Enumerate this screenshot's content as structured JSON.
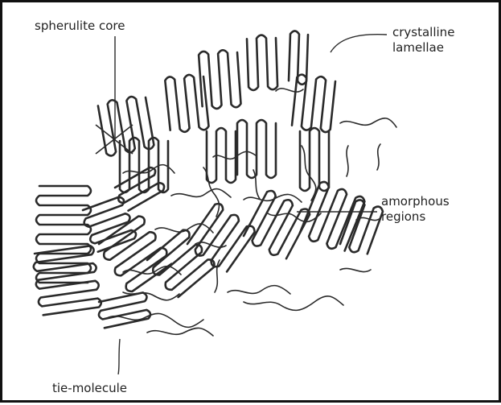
{
  "figure": {
    "stroke_color": "#2a2a2a",
    "background_color": "#ffffff",
    "labels": {
      "spherulite_core": "spherulite core",
      "crystalline_lamellae_line1": "crystalline",
      "crystalline_lamellae_line2": "lamellae",
      "amorphous_regions_line1": "amorphous",
      "amorphous_regions_line2": "regions",
      "tie_molecule": "tie-molecule"
    },
    "icons": [
      "core-cross-icon"
    ]
  }
}
